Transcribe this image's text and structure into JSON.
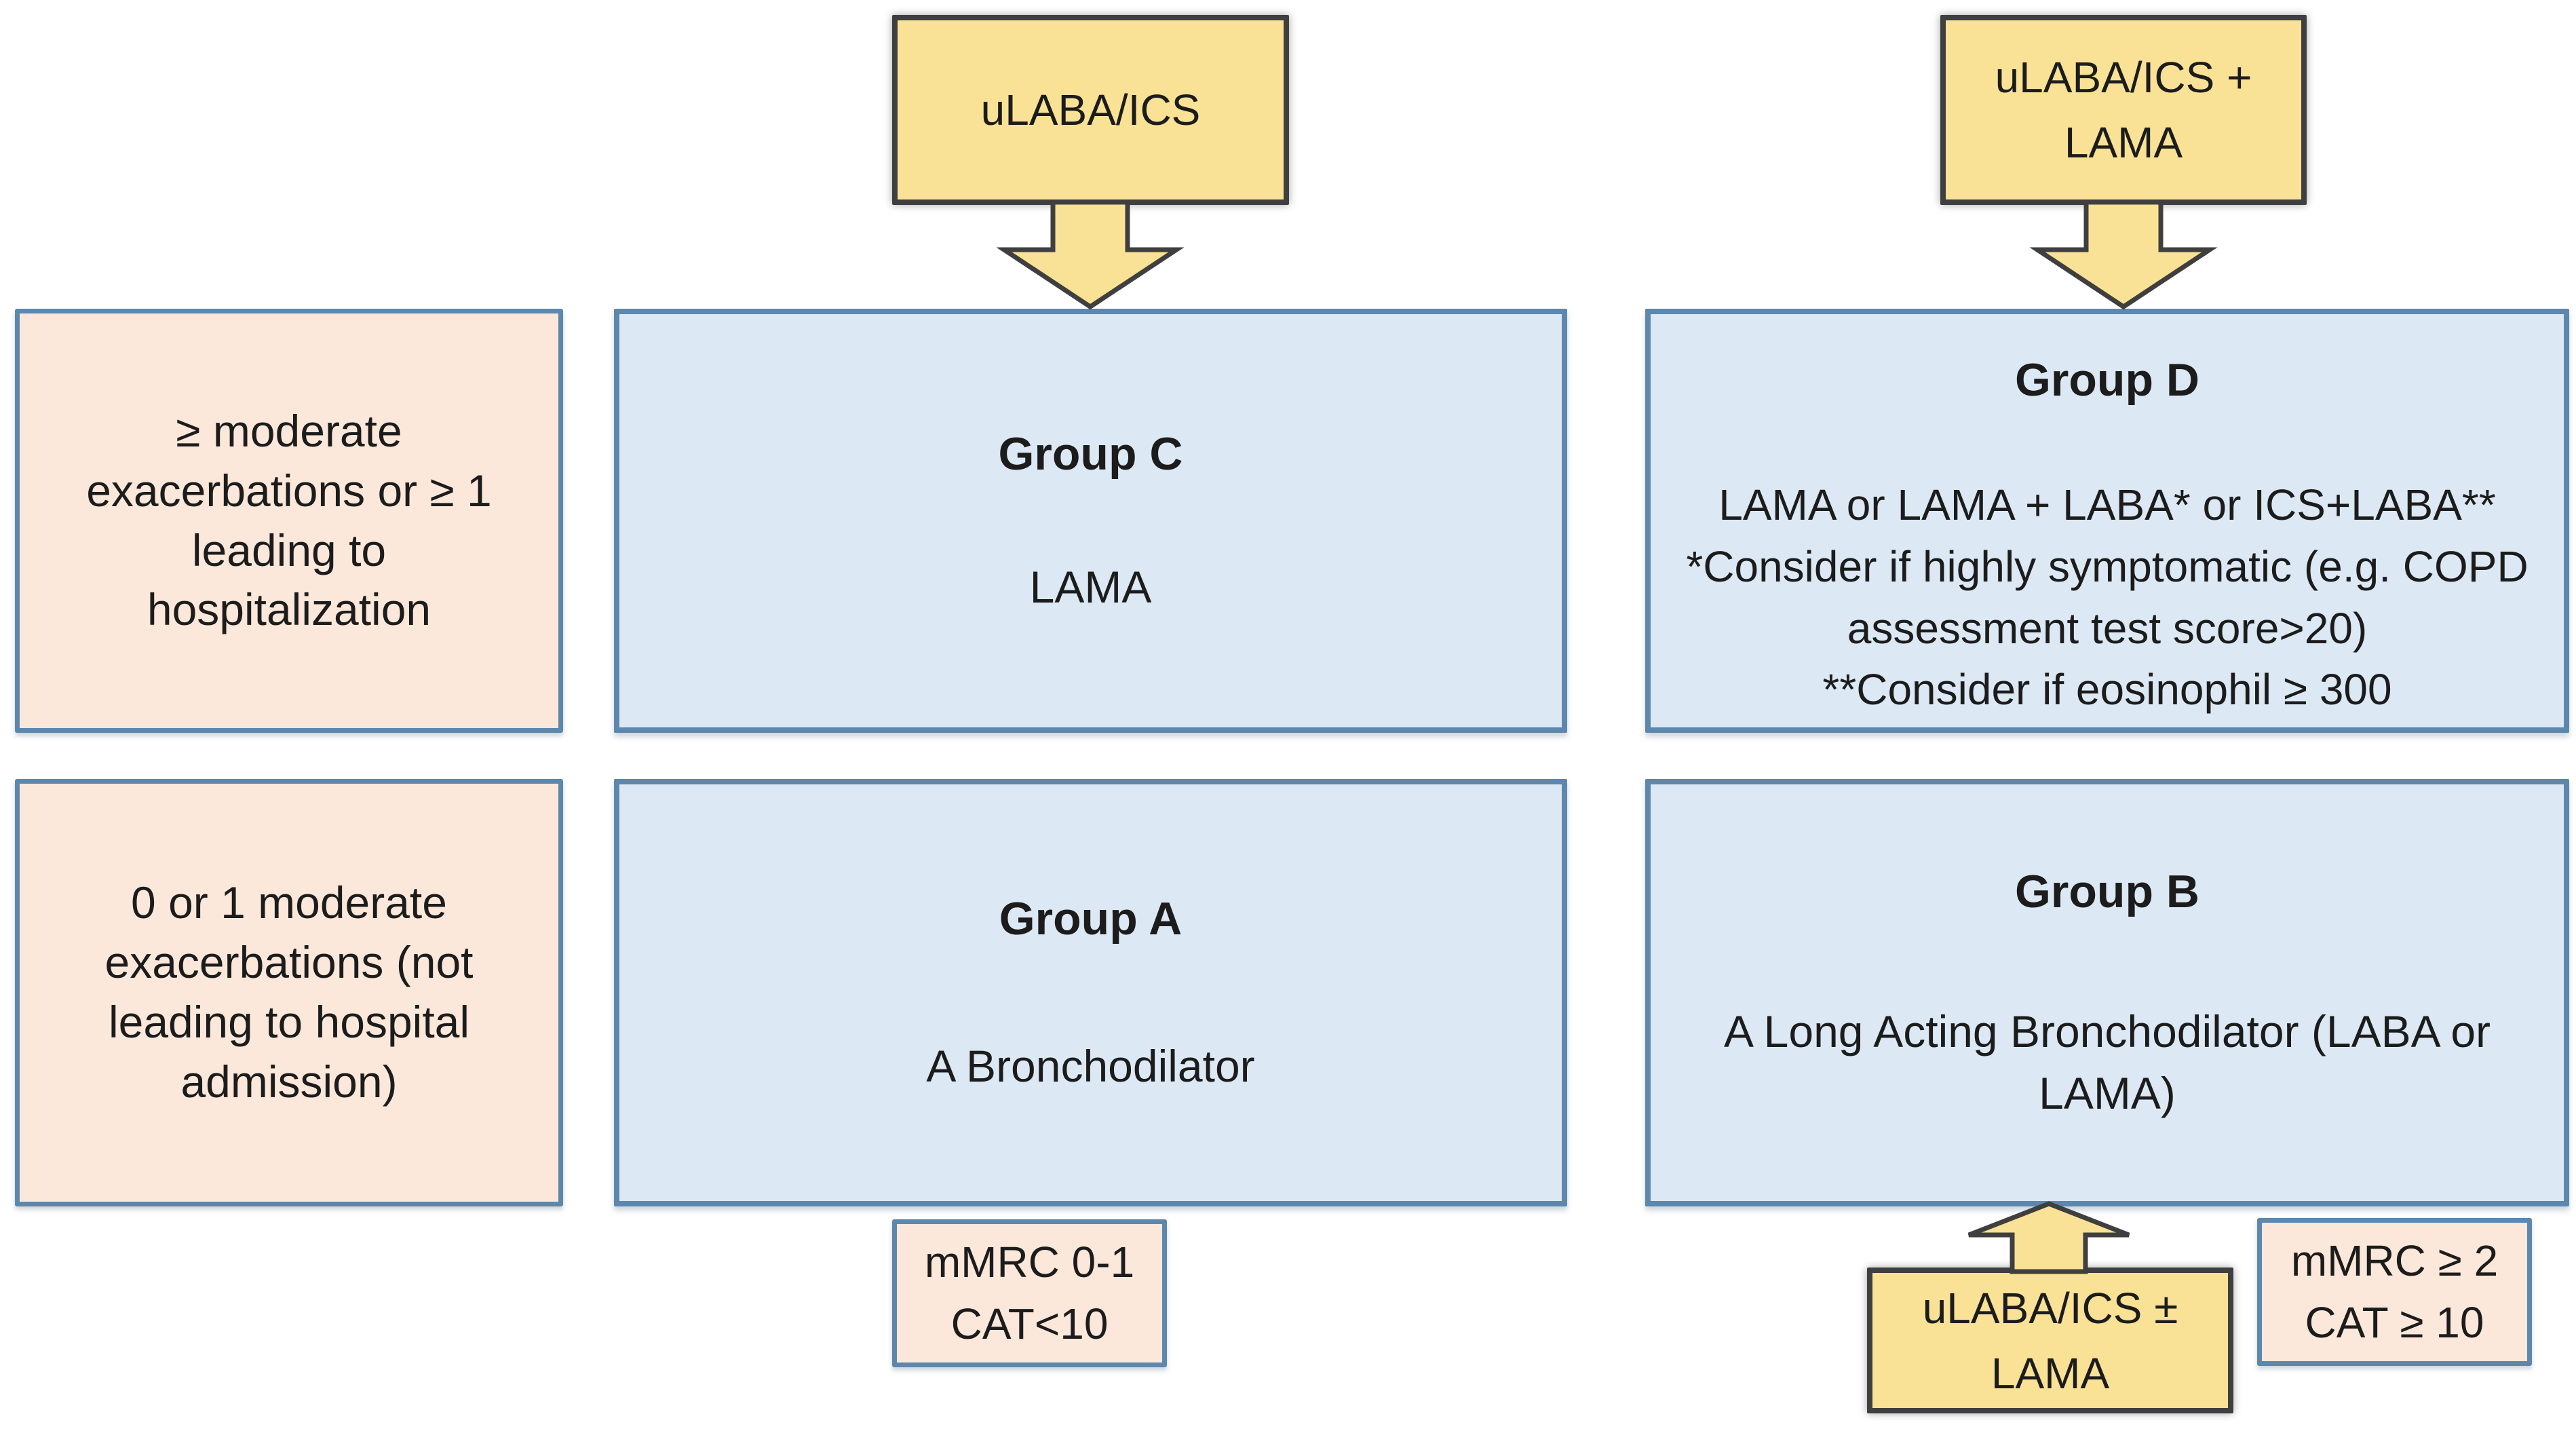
{
  "diagram": {
    "callout_top_left": {
      "line1": "uLABA/ICS"
    },
    "callout_top_right": {
      "line1": "uLABA/ICS +",
      "line2": "LAMA"
    },
    "callout_bottom": {
      "line1": "uLABA/ICS ±",
      "line2": "LAMA"
    },
    "row1_condition": {
      "line1": "≥ moderate",
      "line2": "exacerbations or ≥ 1",
      "line3": "leading to",
      "line4": "hospitalization"
    },
    "row2_condition": {
      "line1": "0 or 1 moderate",
      "line2": "exacerbations (not",
      "line3": "leading to hospital",
      "line4": "admission)"
    },
    "group_c": {
      "title": "Group C",
      "body": "LAMA"
    },
    "group_d": {
      "title": "Group D",
      "body1": "LAMA or LAMA + LABA* or ICS+LABA**",
      "body2": "*Consider if highly symptomatic (e.g. COPD",
      "body3": "assessment test score>20)",
      "body4": "**Consider if eosinophil ≥ 300"
    },
    "group_a": {
      "title": "Group A",
      "body": "A Bronchodilator"
    },
    "group_b": {
      "title": "Group B",
      "body1": "A Long Acting Bronchodilator (LABA or",
      "body2": "LAMA)"
    },
    "badge_left": {
      "line1": "mMRC 0-1",
      "line2": "CAT<10"
    },
    "badge_right": {
      "line1": "mMRC ≥ 2",
      "line2": "CAT ≥ 10"
    }
  },
  "colors": {
    "yellow_fill": "#f9e296",
    "yellow_border": "#3f3f3f",
    "blue_fill": "#dce9f5",
    "blue_border": "#5d87ac",
    "pink_fill": "#fce8da",
    "pink_border": "#5d87ac",
    "text": "#1c1c1c",
    "background": "#ffffff"
  }
}
